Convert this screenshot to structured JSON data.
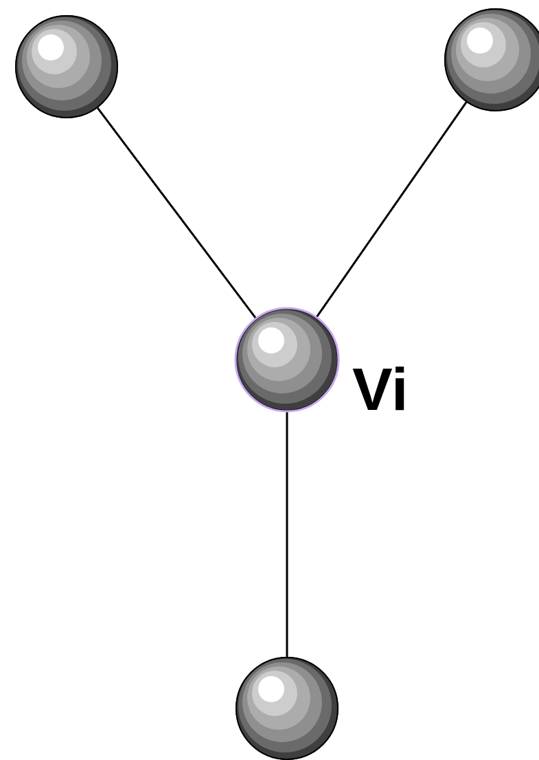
{
  "diagram": {
    "nodes": [
      {
        "text": []
      },
      {
        "text": []
      },
      {
        "text": [
          "Vi"
        ]
      },
      {
        "text": []
      }
    ],
    "edges": [
      {
        "from": 2,
        "to": 0,
        "arrow": "none"
      },
      {
        "from": 2,
        "to": 1,
        "arrow": "none"
      },
      {
        "from": 2,
        "to": 3,
        "arrow": "none"
      }
    ]
  }
}
